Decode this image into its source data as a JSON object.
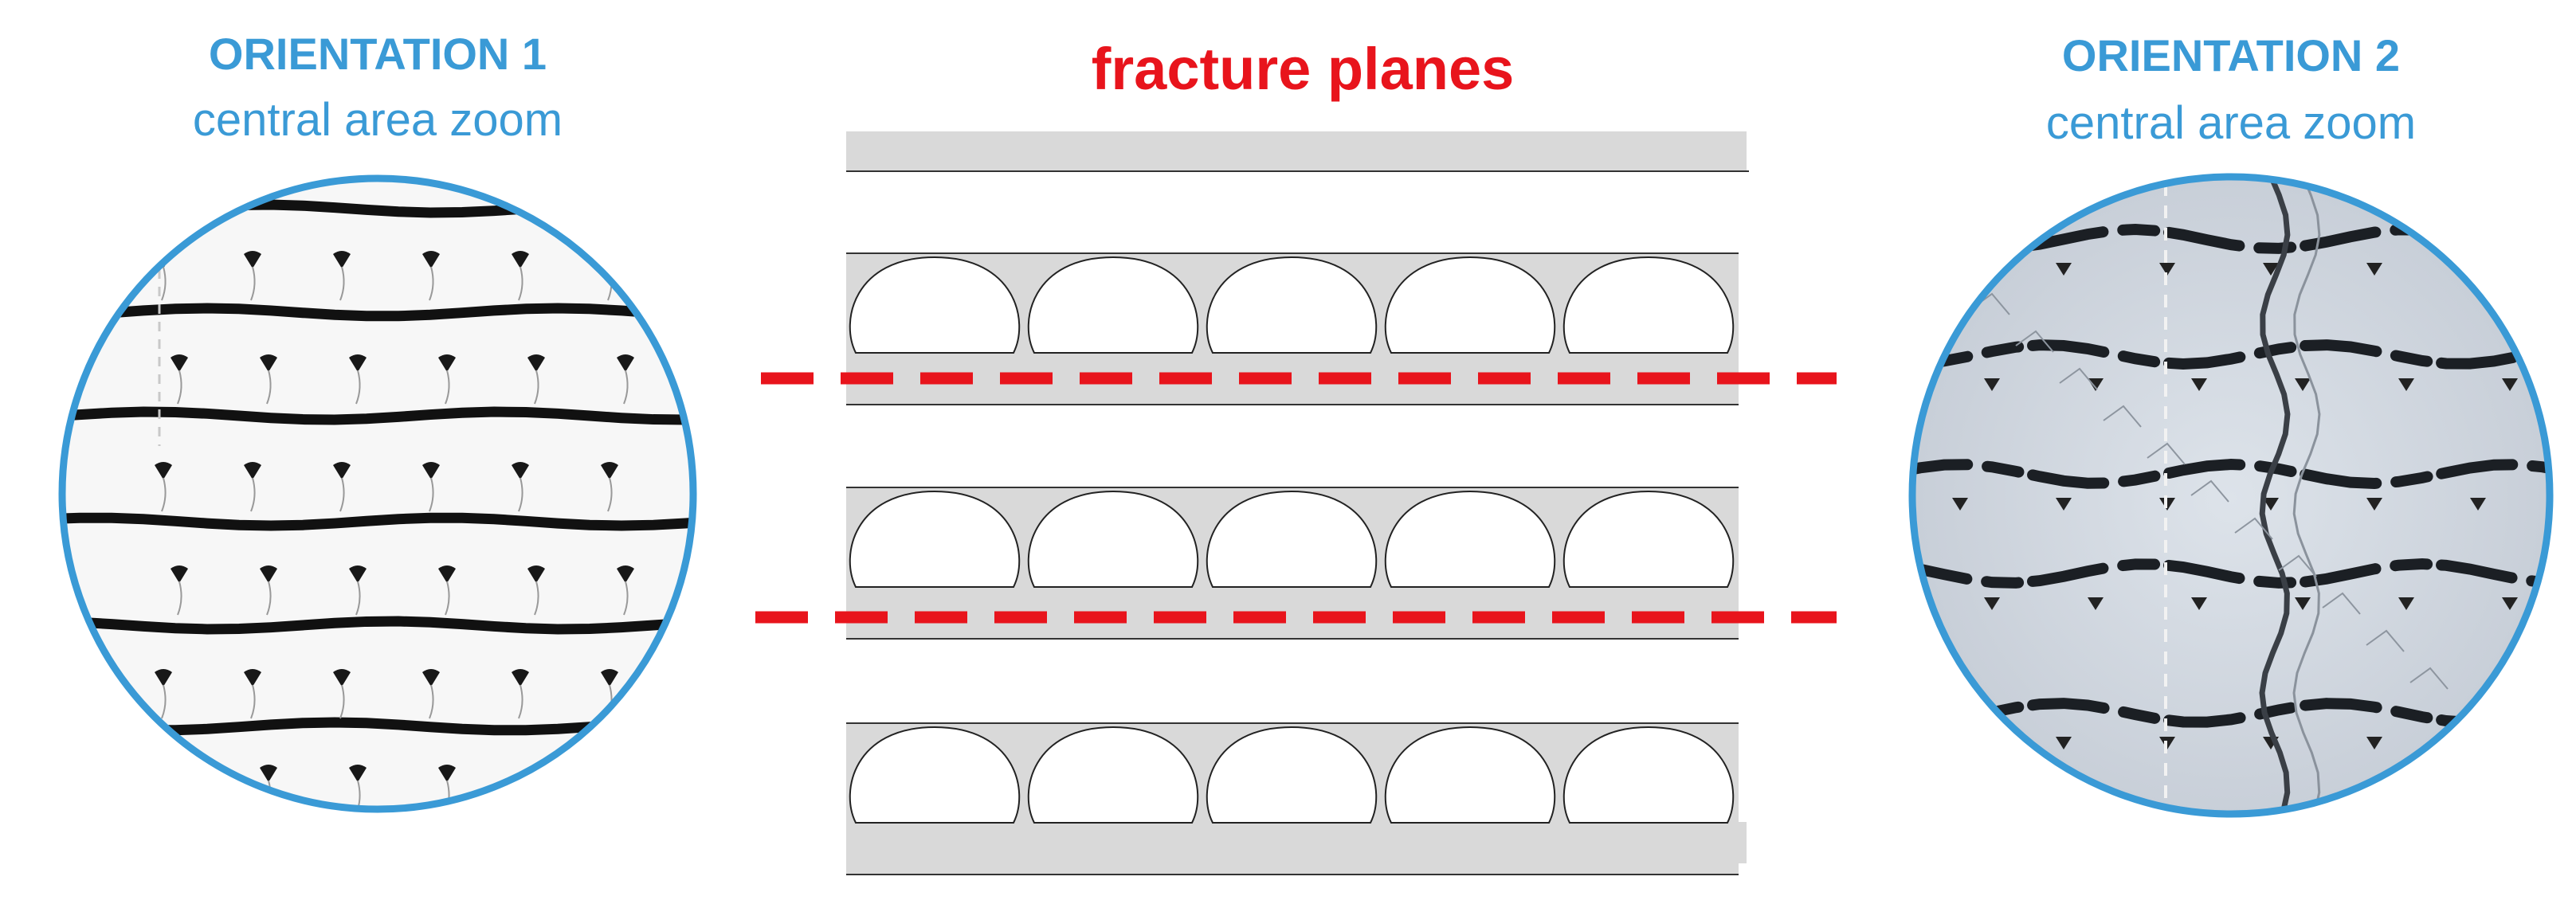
{
  "left_panel": {
    "title": "ORIENTATION 1",
    "subtitle": "central area zoom",
    "ring_color": "#3a9ad6"
  },
  "right_panel": {
    "title": "ORIENTATION 2",
    "subtitle": "central area zoom",
    "ring_color": "#3a9ad6"
  },
  "center": {
    "title": "fracture planes",
    "title_color": "#e8141c",
    "fracture_line_color": "#e8141c",
    "layer_fill_color": "#d9d9d9",
    "bead_rows": 3,
    "beads_per_row": 5
  },
  "colors": {
    "accent_blue": "#3a9ad6",
    "accent_red": "#e8141c"
  }
}
